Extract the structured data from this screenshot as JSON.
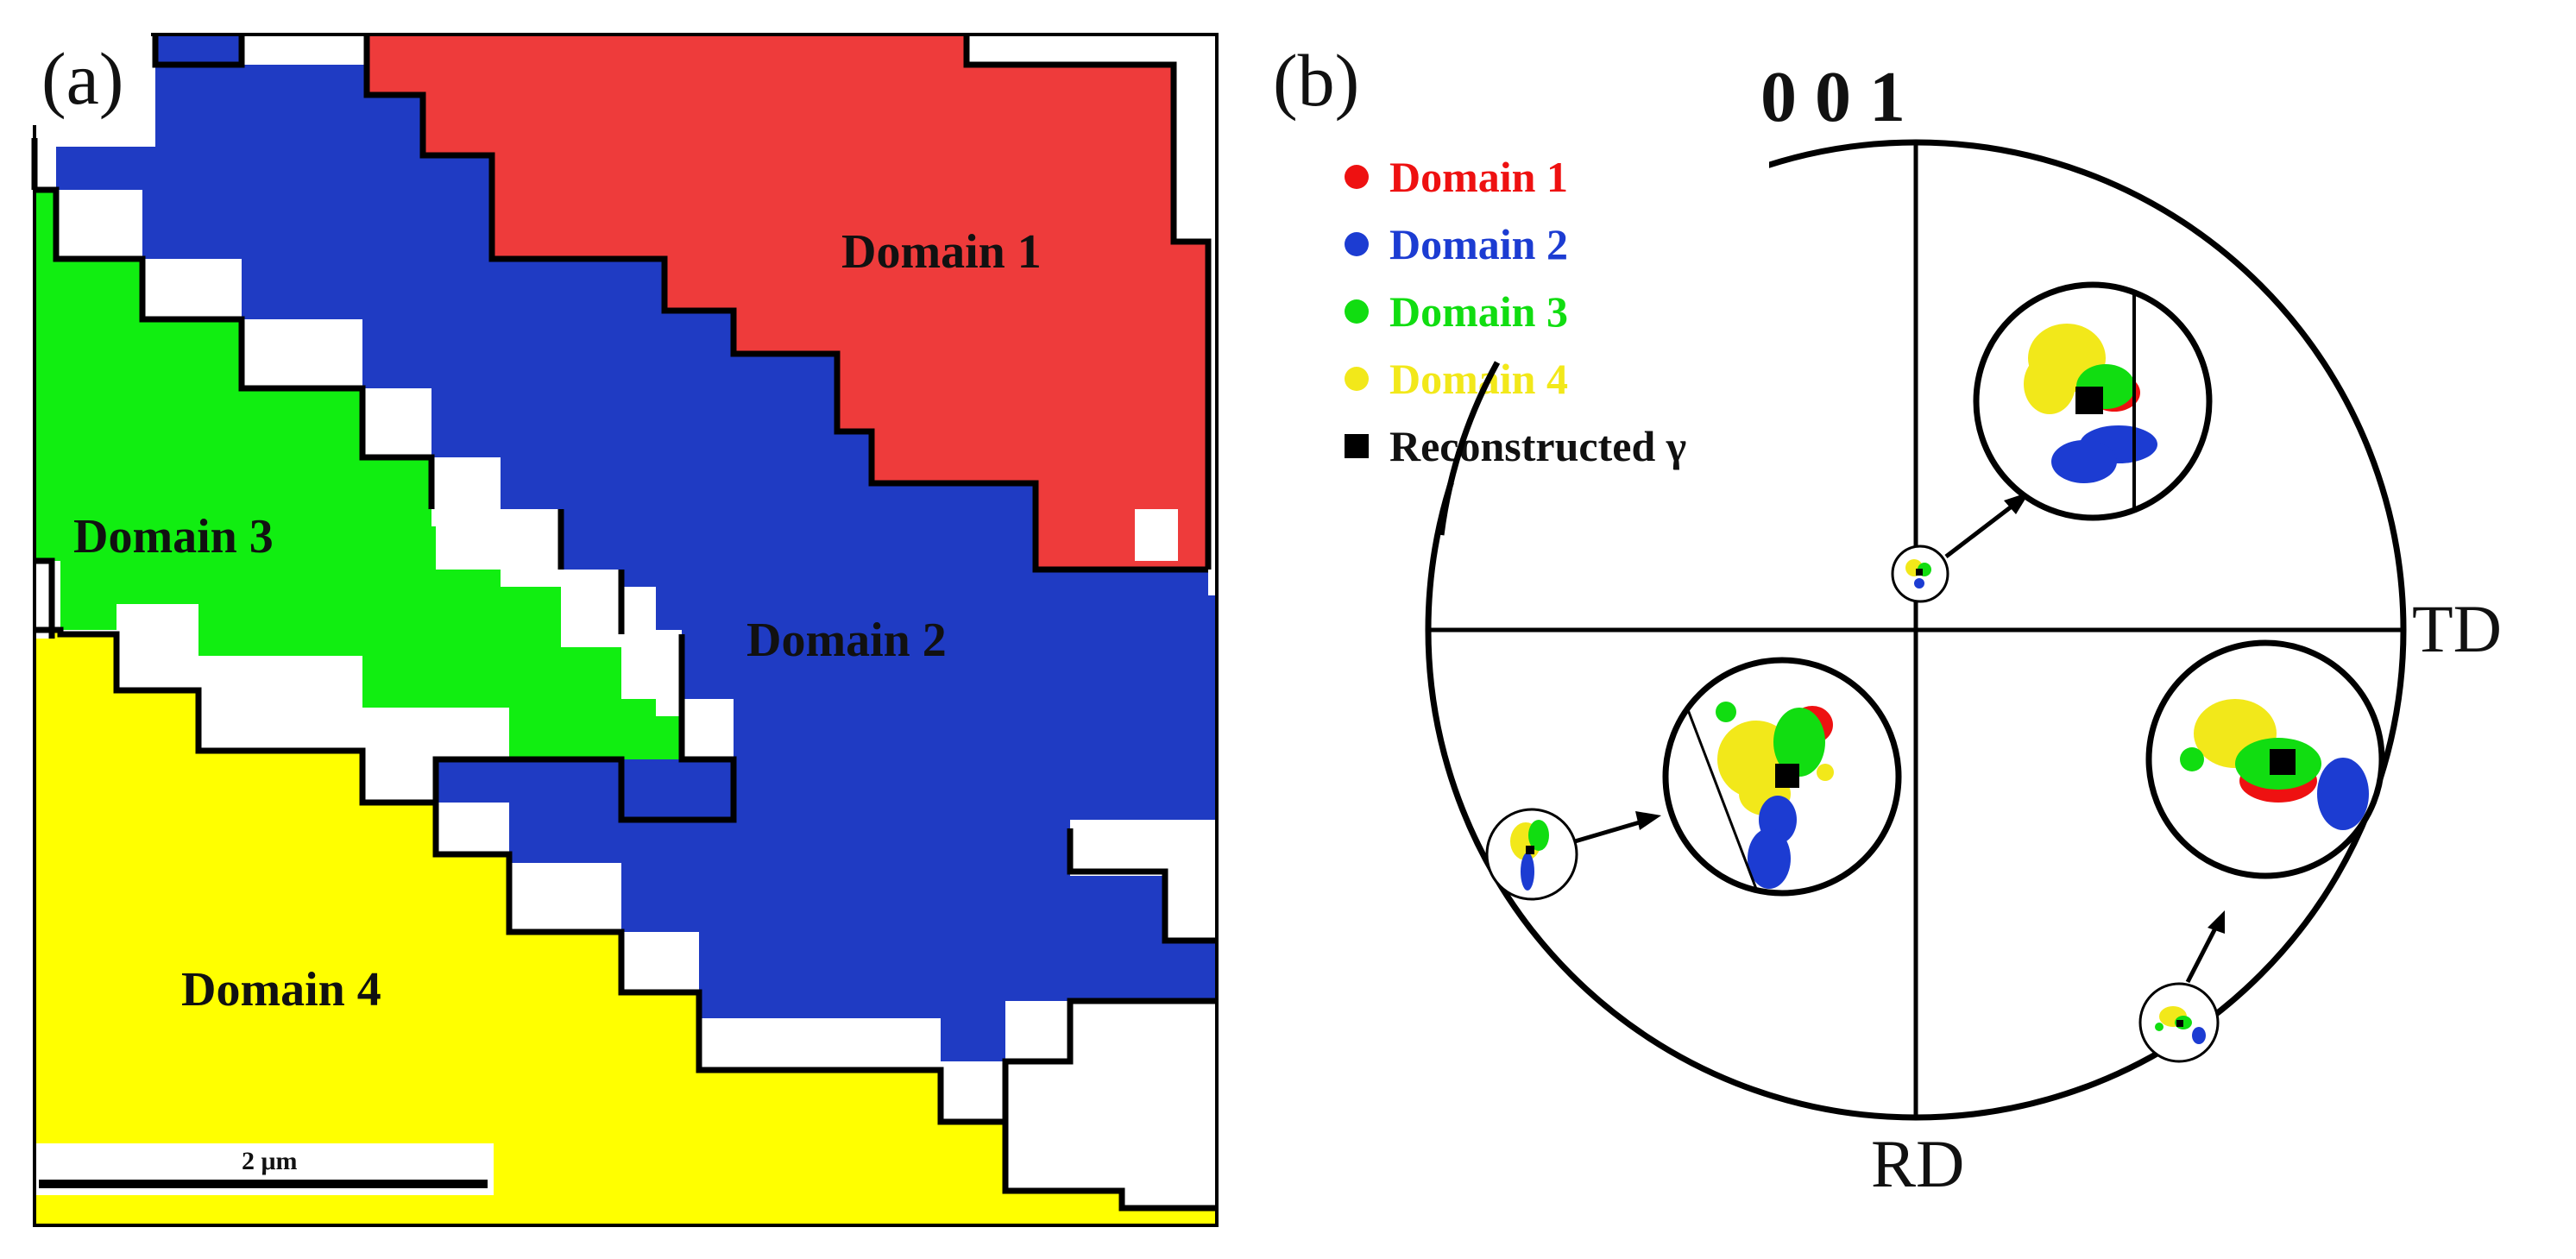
{
  "panel_a": {
    "letter": "(a)",
    "domains": [
      {
        "label": "Domain 1",
        "color": "#ee3b3b"
      },
      {
        "label": "Domain 2",
        "color": "#1f3bc3"
      },
      {
        "label": "Domain 3",
        "color": "#11ee11"
      },
      {
        "label": "Domain 4",
        "color": "#ffff00"
      }
    ],
    "scale_bar": "2 μm"
  },
  "panel_b": {
    "letter": "(b)",
    "title": "0 0 1",
    "axis_right": "TD",
    "axis_bottom": "RD",
    "legend": [
      {
        "label": "Domain 1",
        "color": "#ee1111",
        "marker": "circle"
      },
      {
        "label": "Domain 2",
        "color": "#1c3cd2",
        "marker": "circle"
      },
      {
        "label": "Domain 3",
        "color": "#11dd11",
        "marker": "circle"
      },
      {
        "label": "Domain 4",
        "color": "#f2e81a",
        "marker": "circle"
      },
      {
        "label": "Reconstructed γ",
        "color": "#000000",
        "marker": "square"
      }
    ]
  }
}
